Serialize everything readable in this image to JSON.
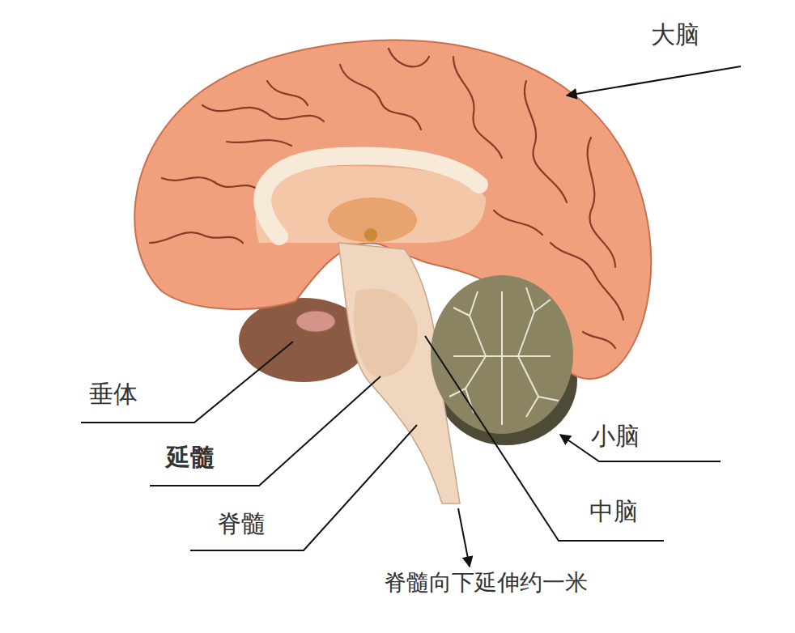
{
  "diagram": {
    "labels": [
      "大脑",
      "垂体",
      "延髓",
      "脊髓",
      "小脑",
      "中脑",
      "脊髓向下延伸约一米"
    ]
  }
}
